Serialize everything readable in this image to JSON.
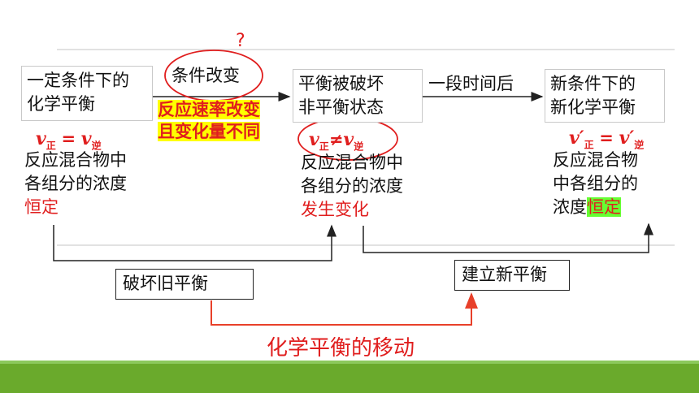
{
  "question_mark": "?",
  "boxes": {
    "start": [
      "一定条件下的",
      "化学平衡"
    ],
    "condition_change": "条件改变",
    "broken": [
      "平衡被破坏",
      "非平衡状态"
    ],
    "new": [
      "新条件下的",
      "新化学平衡"
    ],
    "break_old": "破坏旧平衡",
    "build_new": "建立新平衡"
  },
  "labels": {
    "rate_change": [
      "反应速率改变",
      "且变化量不同"
    ],
    "time_later": "一段时间后",
    "shift": "化学平衡的移动"
  },
  "equations": {
    "eq_left": {
      "v": "v",
      "sub_fwd": "正",
      "op": "=",
      "sub_rev": "逆"
    },
    "eq_mid": {
      "v": "v",
      "sub_fwd": "正",
      "op": "≠",
      "sub_rev": "逆"
    },
    "eq_right": {
      "v": "v′",
      "sub_fwd": "正",
      "op": "=",
      "sub_rev": "逆"
    }
  },
  "descriptions": {
    "left": {
      "lines": [
        "反应混合物中",
        "各组分的浓度"
      ],
      "status": "恒定"
    },
    "middle": {
      "lines": [
        "反应混合物中",
        "各组分的浓度"
      ],
      "status": "发生变化"
    },
    "right": {
      "lines": [
        "反应混合物",
        "中各组分的",
        "浓度"
      ],
      "status": "恒定"
    }
  },
  "colors": {
    "accent_red": "#e01e1e",
    "highlight_yellow": "#ffff00",
    "highlight_green": "#66ff33",
    "footer_green": "#6aaa2c"
  }
}
